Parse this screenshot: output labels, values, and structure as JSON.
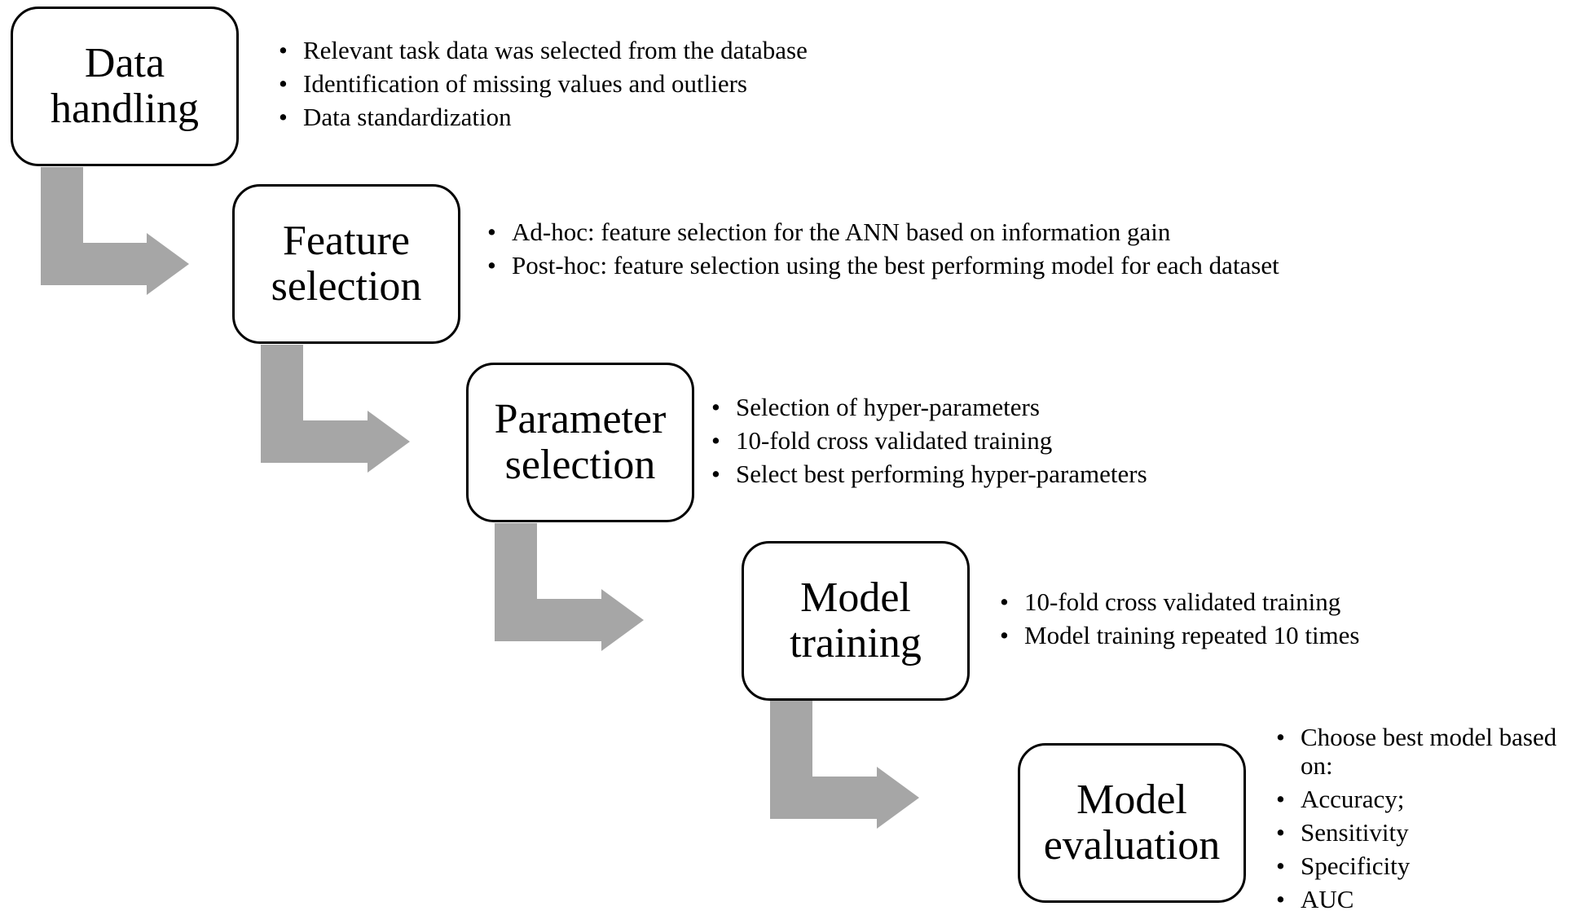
{
  "steps": [
    {
      "title_lines": [
        "Data",
        "handling"
      ],
      "bullets": [
        "Relevant task data was selected from the database",
        "Identification of missing values and outliers",
        "Data standardization"
      ]
    },
    {
      "title_lines": [
        "Feature",
        "selection"
      ],
      "bullets": [
        "Ad-hoc: feature selection for the ANN based on information gain",
        "Post-hoc: feature selection using the best performing model for each dataset"
      ]
    },
    {
      "title_lines": [
        "Parameter",
        "selection"
      ],
      "bullets": [
        "Selection of hyper-parameters",
        "10-fold cross validated training",
        "Select best performing hyper-parameters"
      ]
    },
    {
      "title_lines": [
        "Model",
        "training"
      ],
      "bullets": [
        "10-fold cross validated training",
        "Model training repeated 10 times"
      ]
    },
    {
      "title_lines": [
        "Model",
        "evaluation"
      ],
      "bullets": [
        "Choose best model based on:",
        "Accuracy;",
        "Sensitivity",
        "Specificity",
        "AUC"
      ]
    }
  ],
  "colors": {
    "arrow": "#a6a6a6",
    "box_border": "#000000",
    "text": "#000000",
    "background": "#ffffff"
  }
}
